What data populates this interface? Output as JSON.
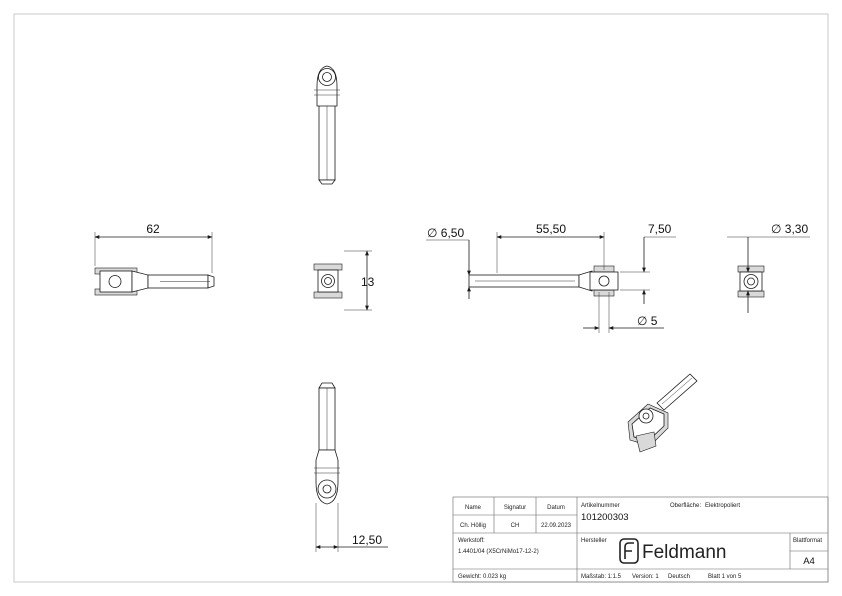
{
  "dimensions": {
    "overall_length": "62",
    "clevis_width": "13",
    "thread_dia": "∅ 6,50",
    "shank_length": "55,50",
    "jaw_length": "7,50",
    "pin_dia": "∅ 5",
    "end_dia": "∅ 3,30",
    "jaw_opening": "12,50"
  },
  "title_block": {
    "col_name": "Name",
    "col_signature": "Signatur",
    "col_date": "Datum",
    "name": "Ch. Höllig",
    "signature": "CH",
    "date": "22.09.2023",
    "article_label": "Artikelnummer",
    "article_number": "101200303",
    "surface_label": "Oberfläche:",
    "surface_value": "Elektropoliert",
    "material_label": "Werkstoff:",
    "material_value": "1.4401/04 (X5CrNiMo17-12-2)",
    "manufacturer_label": "Hersteller",
    "brand": "Feldmann",
    "format_label": "Blattformat",
    "format_value": "A4",
    "weight": "Gewicht: 0.023 kg",
    "scale": "Maßstab: 1:1.5",
    "version": "Version: 1",
    "language": "Deutsch",
    "sheet": "Blatt 1 von 5"
  }
}
